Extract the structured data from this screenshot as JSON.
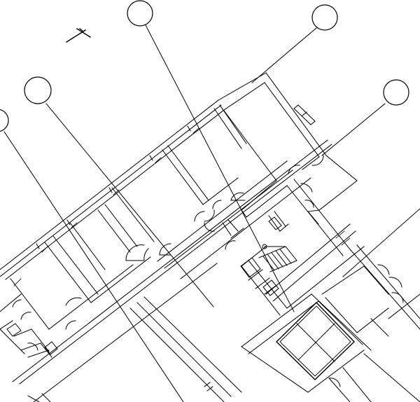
{
  "drawing": {
    "kind": "architectural floor plan line drawing",
    "line_color": "#000000",
    "background_color": "#ffffff",
    "grid_bubbles": [
      "",
      "",
      "",
      "",
      "",
      ""
    ],
    "north_marker": "T",
    "elements": {
      "grid_lines": 6,
      "stairs": 1,
      "elevator_shaft": 1,
      "door_swings": 18
    }
  }
}
